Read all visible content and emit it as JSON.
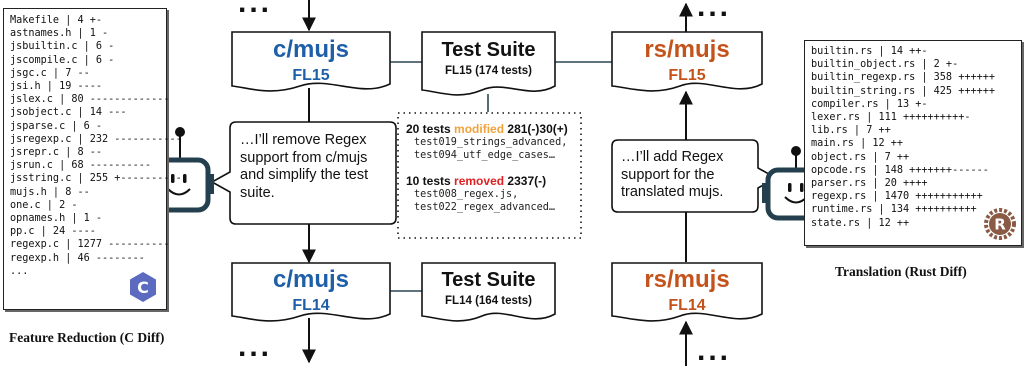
{
  "colors": {
    "c_blue": "#1f5fa8",
    "rust_orange": "#c4521b",
    "modified": "#f0a23c",
    "removed": "#e02020",
    "robot_outline": "#24404f",
    "c_logo": "#5c6bc0"
  },
  "left_panel": {
    "caption": "Feature Reduction (C Diff)",
    "lines": [
      "Makefile | 4 +-",
      "astnames.h | 1 -",
      "jsbuiltin.c | 6 -",
      "jscompile.c | 6 -",
      "jsgc.c | 7 --",
      "jsi.h | 19 ----",
      "jslex.c | 80 -------------",
      "jsobject.c | 14 ---",
      "jsparse.c | 6 -",
      "jsregexp.c | 232 -----------",
      "jsrepr.c | 8 --",
      "jsrun.c | 68 ----------",
      "jsstring.c | 255 +----------",
      "mujs.h | 8 --",
      "one.c | 2 -",
      "opnames.h | 1 -",
      "pp.c | 24 ----",
      "regexp.c | 1277 ----------",
      "regexp.h | 46 --------",
      "..."
    ],
    "logo_icon": "c-language-logo-icon",
    "logo_text": "C"
  },
  "c_top": {
    "title": "c/mujs",
    "subtitle": "FL15"
  },
  "c_bottom": {
    "title": "c/mujs",
    "subtitle": "FL14"
  },
  "suite_top": {
    "title": "Test Suite",
    "subtitle": "FL15 (174 tests)"
  },
  "suite_bottom": {
    "title": "Test Suite",
    "subtitle": "FL14 (164 tests)"
  },
  "tests_changes": {
    "modified": {
      "count": "20 tests",
      "word": "modified",
      "stats": "281(-)30(+)",
      "items": [
        "test019_strings_advanced,",
        "test094_utf_edge_cases…"
      ]
    },
    "removed": {
      "count": "10 tests",
      "word": "removed",
      "stats": "2337(-)",
      "items": [
        "test008_regex.js,",
        "test022_regex_advanced…"
      ]
    }
  },
  "bubble_c": {
    "text": "…I’ll remove Regex support from c/mujs and simplify the test suite."
  },
  "bubble_rs": {
    "text": "…I’ll add Regex support for the translated mujs."
  },
  "robot_face": "‿",
  "rs_top": {
    "title": "rs/mujs",
    "subtitle": "FL15"
  },
  "rs_bottom": {
    "title": "rs/mujs",
    "subtitle": "FL14"
  },
  "right_panel": {
    "caption": "Translation (Rust Diff)",
    "lines": [
      "builtin.rs | 14 ++-",
      "builtin_object.rs | 2 +-",
      "builtin_regexp.rs | 358 ++++++",
      "builtin_string.rs | 425 ++++++",
      "compiler.rs | 13 +-",
      "lexer.rs | 111 ++++++++++-",
      "lib.rs | 7 ++",
      "main.rs | 12 ++",
      "object.rs | 7 ++",
      "opcode.rs | 148 +++++++------",
      "parser.rs | 20 ++++",
      "regexp.rs | 1470 +++++++++++",
      "runtime.rs | 134 ++++++++++",
      "state.rs | 12 ++"
    ],
    "logo_icon": "rust-logo-icon",
    "logo_text": "R"
  },
  "ellipsis": "..."
}
